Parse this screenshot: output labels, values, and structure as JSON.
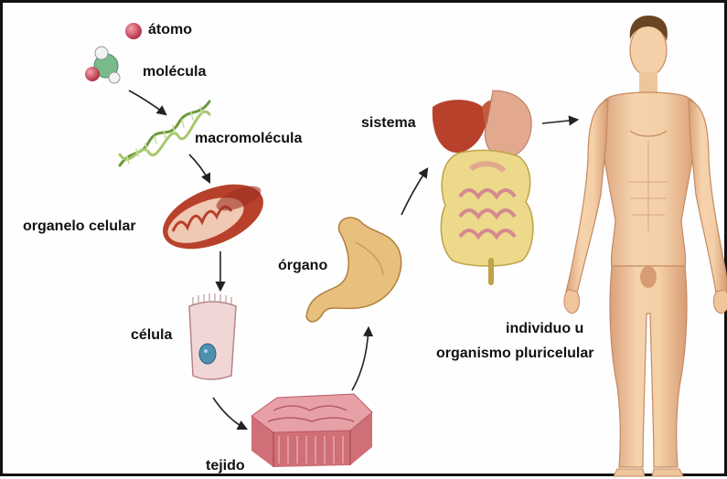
{
  "labels": {
    "atomo": "átomo",
    "molecula": "molécula",
    "macromolecula": "macromolécula",
    "organelo": "organelo celular",
    "celula": "célula",
    "tejido": "tejido",
    "organo": "órgano",
    "sistema": "sistema",
    "individuo_line1": "individuo u",
    "individuo_line2": "organismo pluricelular"
  },
  "colors": {
    "arrow": "#222222",
    "skin": "#f2c9a0",
    "skin_shadow": "#d99f75",
    "hair": "#6b4424",
    "organ_red": "#b8412b",
    "organ_pink": "#e5a08d",
    "intestine_yellow": "#ecd98a",
    "tissue_pink": "#dd8a8f",
    "cell_pink": "#f1d6d6",
    "nucleus_blue": "#4f8fb0",
    "dna_green": "#8fb35a",
    "atom_red": "#c94457",
    "molecule_green": "#6fb07e"
  },
  "icons": [
    "atom-icon",
    "molecule-icon",
    "dna-icon",
    "mitochondrion-icon",
    "cell-icon",
    "tissue-icon",
    "stomach-icon",
    "digestive-system-icon",
    "human-body-icon"
  ]
}
